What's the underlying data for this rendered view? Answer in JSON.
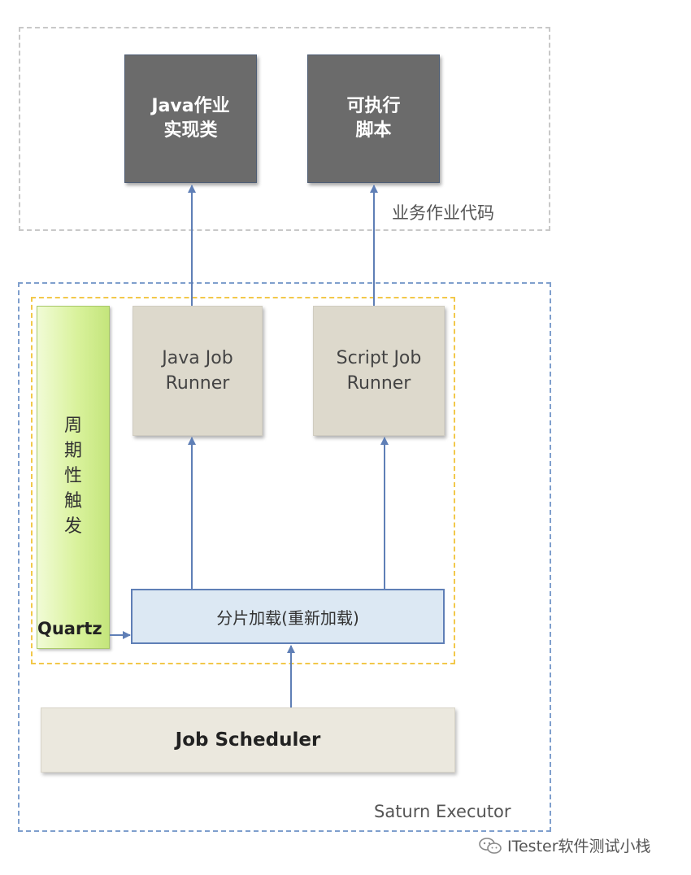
{
  "diagram": {
    "business_region_label": "业务作业代码",
    "executor_region_label": "Saturn Executor",
    "java_impl_class": "Java作业\n实现类",
    "executable_script": "可执行\n脚本",
    "java_job_runner": "Java Job\nRunner",
    "script_job_runner": "Script Job\nRunner",
    "periodic_trigger": "周\n期\n性\n触\n发",
    "quartz_label": "Quartz",
    "shard_loading": "分片加载(重新加载)",
    "job_scheduler": "Job Scheduler"
  },
  "watermark": {
    "text": "ITester软件测试小栈",
    "icon": "wechat-icon"
  },
  "colors": {
    "arrow": "#5f7fb6",
    "dark_box": "#6b6b6b",
    "runner_box": "#ddd9cc",
    "shard_box": "#dce8f3",
    "trigger_bar": "#d9f29c",
    "scheduler_box": "#ebe8de"
  }
}
